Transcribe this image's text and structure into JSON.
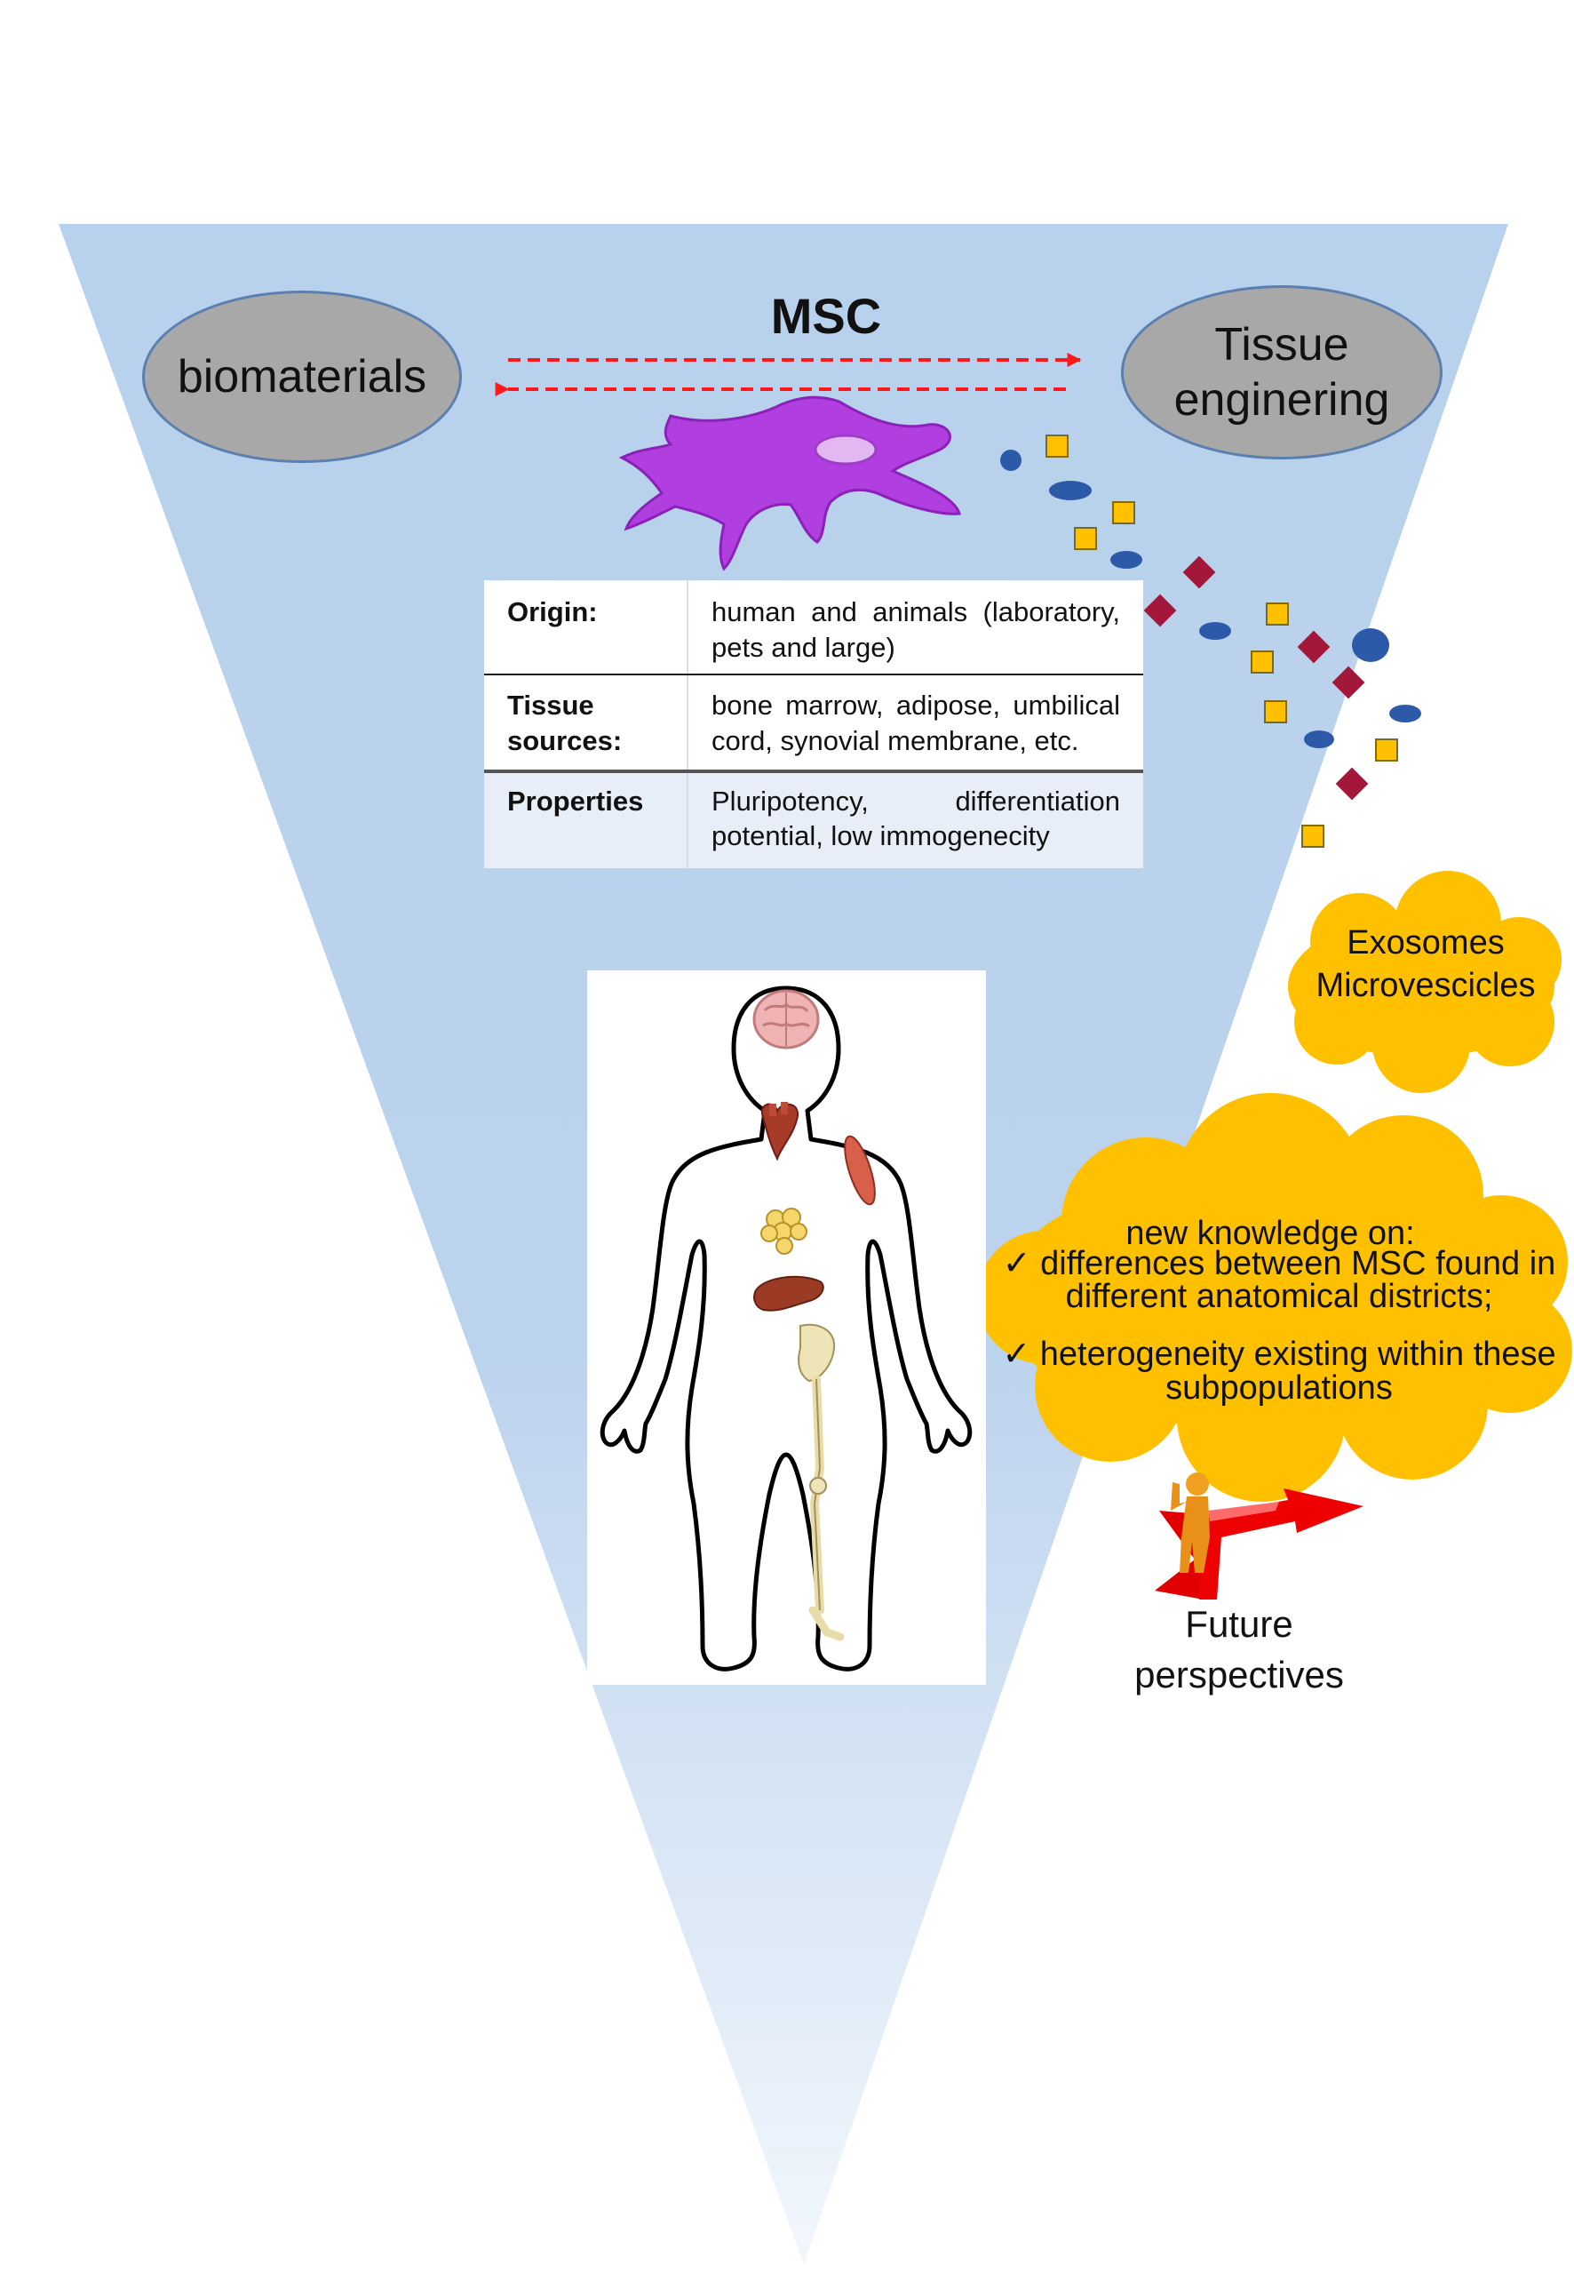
{
  "diagram": {
    "title": "MSC",
    "left_node": {
      "label": "biomaterials"
    },
    "right_node": {
      "label": "Tissue\nenginering"
    },
    "table": {
      "rows": [
        {
          "key": "Origin:",
          "value": "human and animals (laboratory, pets and large)"
        },
        {
          "key": "Tissue sources:",
          "value": "bone marrow, adipose, umbilical cord, synovial membrane, etc."
        },
        {
          "key": "Properties",
          "value": "Pluripotency, differentiation potential, low immogenecity"
        }
      ]
    },
    "vesicles_cloud": {
      "line1": "Exosomes",
      "line2": "Microvescicles"
    },
    "knowledge_cloud": {
      "intro": "new knowledge on:",
      "items": [
        "✓ differences between MSC found in different anatomical districts;",
        "✓ heterogeneity existing within these subpopulations"
      ]
    },
    "future": {
      "line1": "Future",
      "line2": "perspectives"
    }
  },
  "colors": {
    "funnel_top": "#b8d1ec",
    "funnel_bottom": "#f2f7fd",
    "ellipse_fill": "#a8a8a8",
    "ellipse_border": "#5b7fae",
    "arrow": "#ff1a1a",
    "cell": "#b13fe0",
    "nucleus": "#e3b8f2",
    "cloud": "#ffc000",
    "vesicle_blue": "#2d5aa8",
    "vesicle_yellow": "#ffc000",
    "vesicle_red": "#a3173a"
  }
}
